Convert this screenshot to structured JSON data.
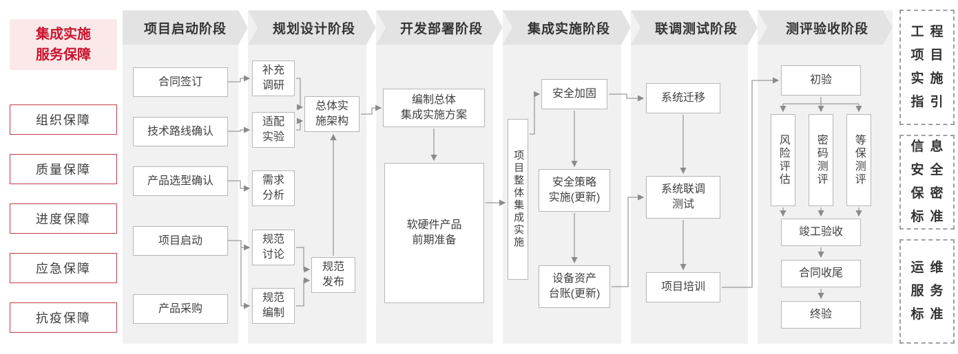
{
  "sidebar": {
    "title": "集成实施\n服务保障",
    "items": [
      {
        "label": "组织保障"
      },
      {
        "label": "质量保障"
      },
      {
        "label": "进度保障"
      },
      {
        "label": "应急保障"
      },
      {
        "label": "抗疫保障"
      }
    ]
  },
  "stages": [
    {
      "label": "项目启动阶段"
    },
    {
      "label": "规划设计阶段"
    },
    {
      "label": "开发部署阶段"
    },
    {
      "label": "集成实施阶段"
    },
    {
      "label": "联调测试阶段"
    },
    {
      "label": "测评验收阶段"
    }
  ],
  "col1": {
    "contract": "合同签订",
    "tech_route": "技术路线确认",
    "product_selection": "产品选型确认",
    "kickoff": "项目启动",
    "procurement": "产品采购"
  },
  "col2": {
    "supplementary_research": "补充\n调研",
    "adaptation_test": "适配\n实验",
    "overall_architecture": "总体实\n施架构",
    "requirement_analysis": "需求\n分析",
    "spec_discussion": "规范\n讨论",
    "spec_drafting": "规范\n编制",
    "spec_release": "规范\n发布"
  },
  "col3": {
    "plan": "编制总体\n集成实施方案",
    "preparation": "软硬件产品\n前期准备"
  },
  "col4": {
    "integration": "项目整体集成实施",
    "hardening": "安全加固",
    "policy": "安全策略\n实施(更新)",
    "ledger": "设备资产\n台账(更新)"
  },
  "col5": {
    "migration": "系统迁移",
    "joint_test": "系统联调\n测试",
    "training": "项目培训"
  },
  "col6": {
    "initial_acceptance": "初验",
    "risk_assessment": "风险评估",
    "crypto_eval": "密码测评",
    "mlps_eval": "等保测评",
    "completion_acceptance": "竣工验收",
    "contract_closure": "合同收尾",
    "final_acceptance": "终验"
  },
  "right_panel": [
    {
      "label": "工程\n项目\n实施\n指引"
    },
    {
      "label": "信息\n安全\n保密\n标准"
    },
    {
      "label": "运维\n服务\n标准"
    }
  ],
  "colors": {
    "accent": "#c9132e",
    "stage_header": "#e3e3e3",
    "stage_panel": "#f1f1f1",
    "connector": "#9a9a9a"
  }
}
